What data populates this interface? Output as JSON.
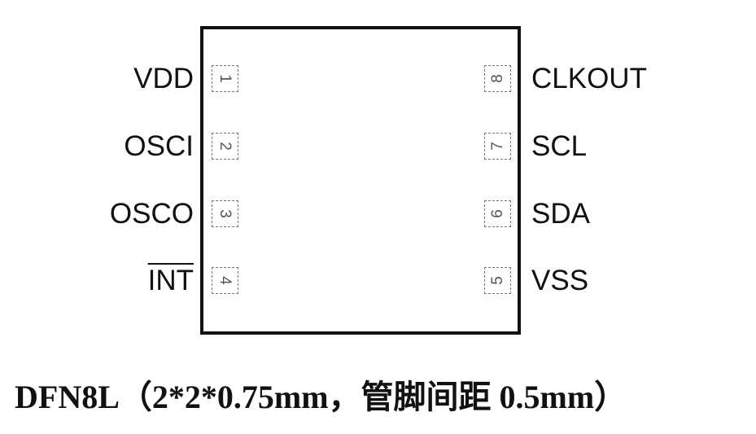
{
  "package": {
    "left_pins": [
      {
        "number": "1",
        "name": "VDD",
        "overline": false
      },
      {
        "number": "2",
        "name": "OSCI",
        "overline": false
      },
      {
        "number": "3",
        "name": "OSCO",
        "overline": false
      },
      {
        "number": "4",
        "name": "INT",
        "overline": true
      }
    ],
    "right_pins": [
      {
        "number": "8",
        "name": "CLKOUT",
        "overline": false
      },
      {
        "number": "7",
        "name": "SCL",
        "overline": false
      },
      {
        "number": "6",
        "name": "SDA",
        "overline": false
      },
      {
        "number": "5",
        "name": "VSS",
        "overline": false
      }
    ]
  },
  "caption": "DFN8L（2*2*0.75mm，管脚间距 0.5mm）"
}
